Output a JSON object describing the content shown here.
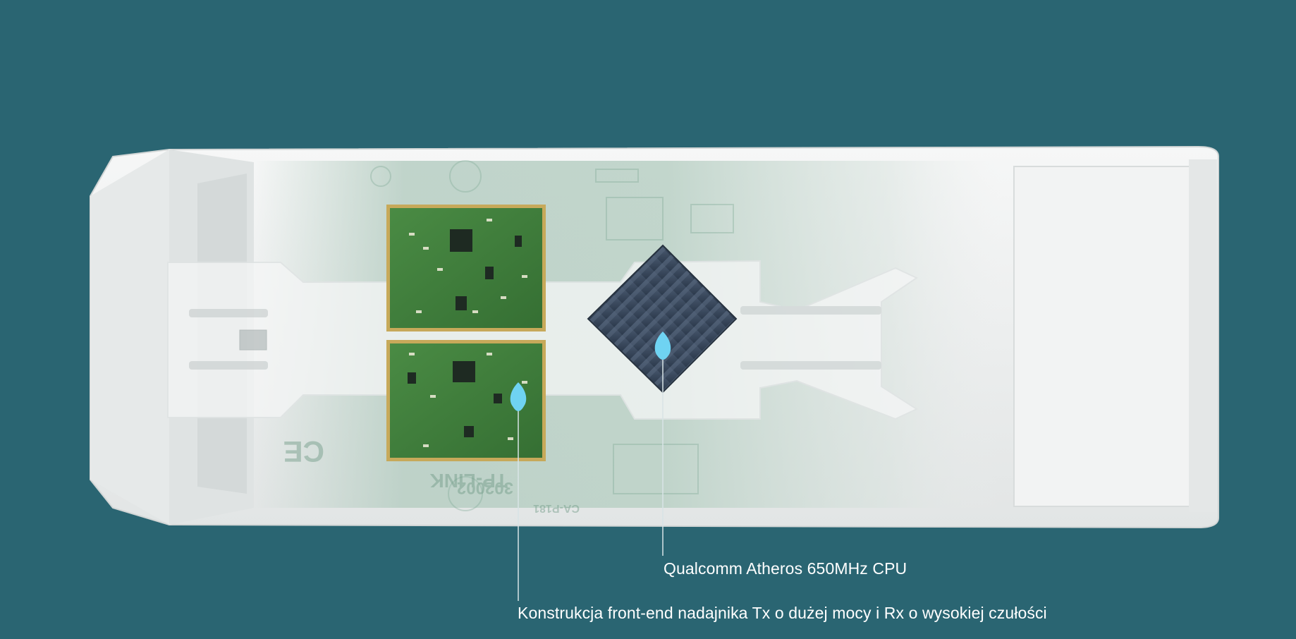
{
  "colors": {
    "background": "#2a6572",
    "housing": "#eef0f0",
    "pcb": "#3f7f3c",
    "heatsink": "#3a4a5e",
    "marker": "#6fd3f2",
    "callout_line": "#d8e4e6",
    "text": "#ffffff"
  },
  "image": {
    "subject": "wireless-access-point-internal-board",
    "board_silkscreen": [
      "TP-LINK",
      "CA-P181",
      "302002",
      "CE"
    ]
  },
  "callouts": {
    "cpu": {
      "text": "Qualcomm Atheros 650MHz CPU",
      "icon": "marker-pin-icon"
    },
    "frontend": {
      "text": "Konstrukcja front-end nadajnika Tx o dużej mocy i Rx o wysokiej czułości",
      "icon": "marker-pin-icon"
    }
  }
}
